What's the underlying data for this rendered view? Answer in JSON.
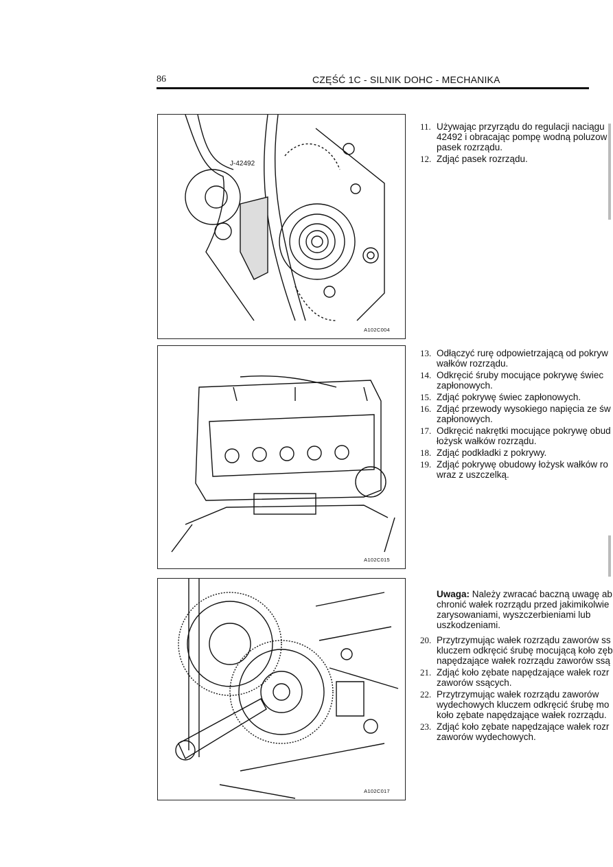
{
  "header": {
    "page_number": "86",
    "title": "CZĘŚĆ 1C - SILNIK DOHC - MECHANIKA"
  },
  "figures": [
    {
      "code": "A102C004",
      "callout": "J-42492"
    },
    {
      "code": "A102C015"
    },
    {
      "code": "A102C017"
    }
  ],
  "steps_a": [
    {
      "num": "11.",
      "lines": [
        "Używając przyrządu do regulacji naciągu",
        "42492 i obracając pompę wodną poluzow",
        "pasek rozrządu."
      ]
    },
    {
      "num": "12.",
      "lines": [
        "Zdjąć pasek rozrządu."
      ]
    }
  ],
  "steps_b": [
    {
      "num": "13.",
      "lines": [
        "Odłączyć rurę odpowietrzającą od pokryw",
        "wałków rozrządu."
      ]
    },
    {
      "num": "14.",
      "lines": [
        "Odkręcić śruby mocujące pokrywę świec",
        "zapłonowych."
      ]
    },
    {
      "num": "15.",
      "lines": [
        "Zdjąć pokrywę świec zapłonowych."
      ]
    },
    {
      "num": "16.",
      "lines": [
        "Zdjąć przewody wysokiego napięcia ze św",
        "zapłonowych."
      ]
    },
    {
      "num": "17.",
      "lines": [
        "Odkręcić nakrętki mocujące pokrywę obud",
        "łożysk wałków rozrządu."
      ]
    },
    {
      "num": "18.",
      "lines": [
        "Zdjąć podkładki z pokrywy."
      ]
    },
    {
      "num": "19.",
      "lines": [
        "Zdjąć pokrywę obudowy łożysk wałków ro",
        "wraz z uszczelką."
      ]
    }
  ],
  "note": {
    "label": "Uwaga:",
    "text": " Należy zwracać baczną uwagę ab\nchronić wałek rozrządu przed jakimikolwie\nzarysowaniami, wyszczerbieniami lub\nuszkodzeniami."
  },
  "steps_c": [
    {
      "num": "20.",
      "lines": [
        "Przytrzymując wałek rozrządu zaworów ss",
        "kluczem odkręcić śrubę mocującą koło zęb",
        "napędzające wałek rozrządu zaworów ssą"
      ]
    },
    {
      "num": "21.",
      "lines": [
        "Zdjąć koło zębate napędzające wałek rozr",
        "zaworów ssących."
      ]
    },
    {
      "num": "22.",
      "lines": [
        "Przytrzymując wałek rozrządu zaworów",
        "wydechowych kluczem odkręcić śrubę mo",
        "koło zębate napędzające wałek rozrządu."
      ]
    },
    {
      "num": "23.",
      "lines": [
        "Zdjąć koło zębate napędzające wałek rozr",
        "zaworów wydechowych."
      ]
    }
  ]
}
